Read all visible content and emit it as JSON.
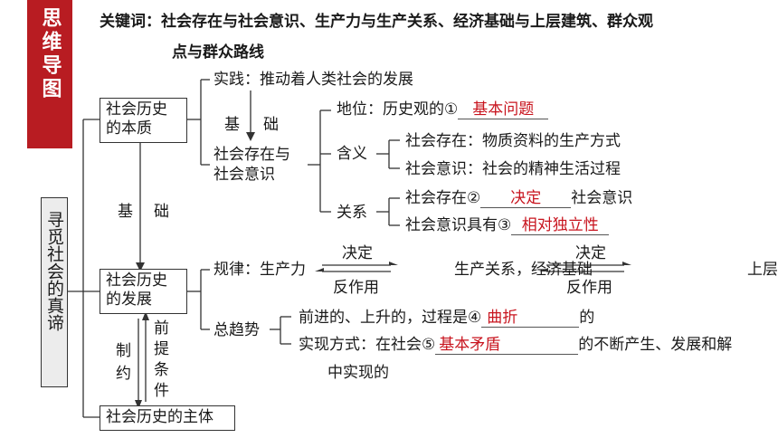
{
  "sidebar": {
    "tag": "思维导图"
  },
  "keywords": {
    "label": "关键词：",
    "line1": "社会存在与社会意识、生产力与生产关系、经济基础与上层建筑、群众观",
    "line2": "点与群众路线"
  },
  "root": {
    "label": "寻觅社会的真谛"
  },
  "essence": {
    "box": [
      "社会历史",
      "的本质"
    ],
    "practice": "实践：推动着人类社会的发展",
    "foundation": [
      "基",
      "础"
    ],
    "existence_box": [
      "社会存在与",
      "社会意识"
    ],
    "position_label": "地位：历史观的①",
    "answer1": "基本问题",
    "meaning_label": "含义",
    "meaning1": "社会存在：物质资料的生产方式",
    "meaning2": "社会意识：社会的精神生活过程",
    "relation_label": "关系",
    "relation1_a": "社会存在②",
    "answer2": "决定",
    "relation1_b": "社会意识",
    "relation2_a": "社会意识具有③",
    "answer3": "相对独立性"
  },
  "middle_foundation": [
    "基",
    "础"
  ],
  "development": {
    "box": [
      "社会历史",
      "的发展"
    ],
    "law_label": "规律：生产力",
    "decide1": "决定",
    "react1": "反作用",
    "relation_prod": "生产关系，经济基础",
    "decide2": "决定",
    "react2": "反作用",
    "superstructure": "上层",
    "trend_label": "总趋势",
    "trend1_a": "前进的、上升的，过程是④",
    "answer4": "曲折",
    "trend1_b": "的",
    "trend2_a": "实现方式：在社会⑤",
    "answer5": "基本矛盾",
    "trend2_b": "的不断产生、发展和解",
    "trend2_c": "中实现的"
  },
  "bottom": {
    "restrict": [
      "制",
      "约"
    ],
    "premise": [
      "前",
      "提",
      "条",
      "件"
    ],
    "box": "社会历史的主体"
  }
}
